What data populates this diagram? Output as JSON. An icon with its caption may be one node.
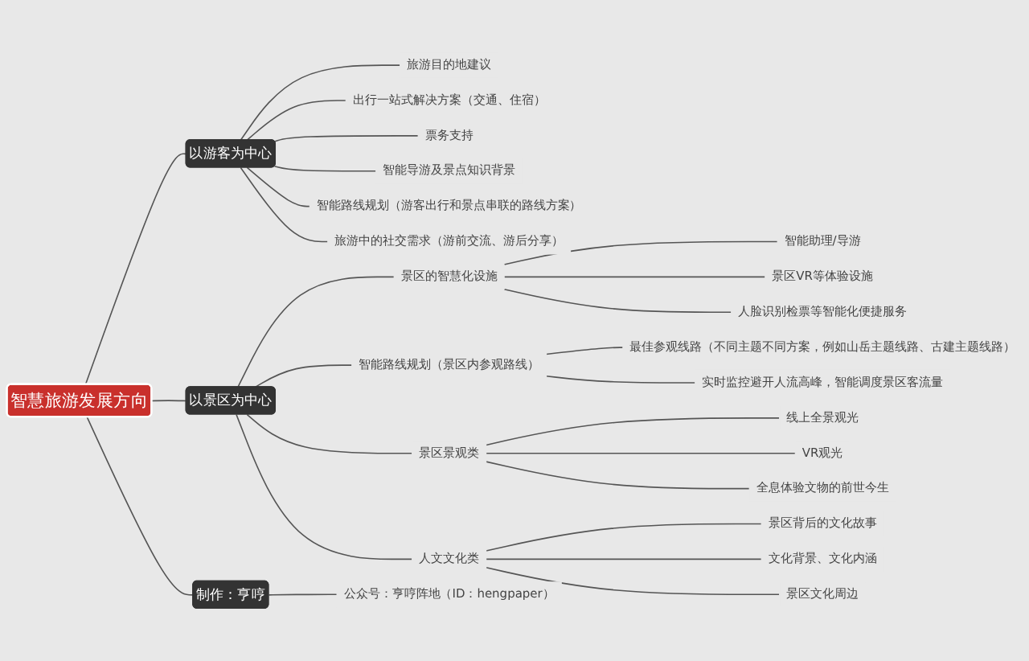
{
  "diagram": {
    "nodes": [
      {
        "text": [
          "智慧旅游发展方向"
        ]
      },
      {
        "text": [
          "以游客为中心"
        ]
      },
      {
        "text": [
          "旅游目的地建议"
        ]
      },
      {
        "text": [
          "出行一站式解决方案（交通、住宿）"
        ]
      },
      {
        "text": [
          "票务支持"
        ]
      },
      {
        "text": [
          "智能导游及景点知识背景"
        ]
      },
      {
        "text": [
          "智能路线规划（游客出行和景点串联的路线方案）"
        ]
      },
      {
        "text": [
          "旅游中的社交需求（游前交流、游后分享）"
        ]
      },
      {
        "text": [
          "以景区为中心"
        ]
      },
      {
        "text": [
          "景区的智慧化设施"
        ]
      },
      {
        "text": [
          "智能助理/导游"
        ]
      },
      {
        "text": [
          "景区VR等体验设施"
        ]
      },
      {
        "text": [
          "人脸识别检票等智能化便捷服务"
        ]
      },
      {
        "text": [
          "智能路线规划（景区内参观路线）"
        ]
      },
      {
        "text": [
          "最佳参观线路（不同主题不同方案，例如山岳主题线路、古建主题线路）"
        ]
      },
      {
        "text": [
          "实时监控避开人流高峰，智能调度景区客流量"
        ]
      },
      {
        "text": [
          "景区景观类"
        ]
      },
      {
        "text": [
          "线上全景观光"
        ]
      },
      {
        "text": [
          "VR观光"
        ]
      },
      {
        "text": [
          "全息体验文物的前世今生"
        ]
      },
      {
        "text": [
          "人文文化类"
        ]
      },
      {
        "text": [
          "景区背后的文化故事"
        ]
      },
      {
        "text": [
          "文化背景、文化内涵"
        ]
      },
      {
        "text": [
          "景区文化周边"
        ]
      },
      {
        "text": [
          "制作：亨哼"
        ]
      },
      {
        "text": [
          "公众号：亨哼阵地（ID：hengpaper）"
        ]
      }
    ],
    "edges": [
      {
        "from": 0,
        "to": 1,
        "arrow": "none"
      },
      {
        "from": 1,
        "to": 2,
        "arrow": "none"
      },
      {
        "from": 1,
        "to": 3,
        "arrow": "none"
      },
      {
        "from": 1,
        "to": 4,
        "arrow": "none"
      },
      {
        "from": 1,
        "to": 5,
        "arrow": "none"
      },
      {
        "from": 1,
        "to": 6,
        "arrow": "none"
      },
      {
        "from": 1,
        "to": 7,
        "arrow": "none"
      },
      {
        "from": 0,
        "to": 8,
        "arrow": "none"
      },
      {
        "from": 8,
        "to": 9,
        "arrow": "none"
      },
      {
        "from": 9,
        "to": 10,
        "arrow": "none"
      },
      {
        "from": 9,
        "to": 11,
        "arrow": "none"
      },
      {
        "from": 9,
        "to": 12,
        "arrow": "none"
      },
      {
        "from": 8,
        "to": 13,
        "arrow": "none"
      },
      {
        "from": 13,
        "to": 14,
        "arrow": "none"
      },
      {
        "from": 13,
        "to": 15,
        "arrow": "none"
      },
      {
        "from": 8,
        "to": 16,
        "arrow": "none"
      },
      {
        "from": 16,
        "to": 17,
        "arrow": "none"
      },
      {
        "from": 16,
        "to": 18,
        "arrow": "none"
      },
      {
        "from": 16,
        "to": 19,
        "arrow": "none"
      },
      {
        "from": 8,
        "to": 20,
        "arrow": "none"
      },
      {
        "from": 20,
        "to": 21,
        "arrow": "none"
      },
      {
        "from": 20,
        "to": 22,
        "arrow": "none"
      },
      {
        "from": 20,
        "to": 23,
        "arrow": "none"
      },
      {
        "from": 0,
        "to": 24,
        "arrow": "none"
      },
      {
        "from": 24,
        "to": 25,
        "arrow": "none"
      }
    ]
  }
}
